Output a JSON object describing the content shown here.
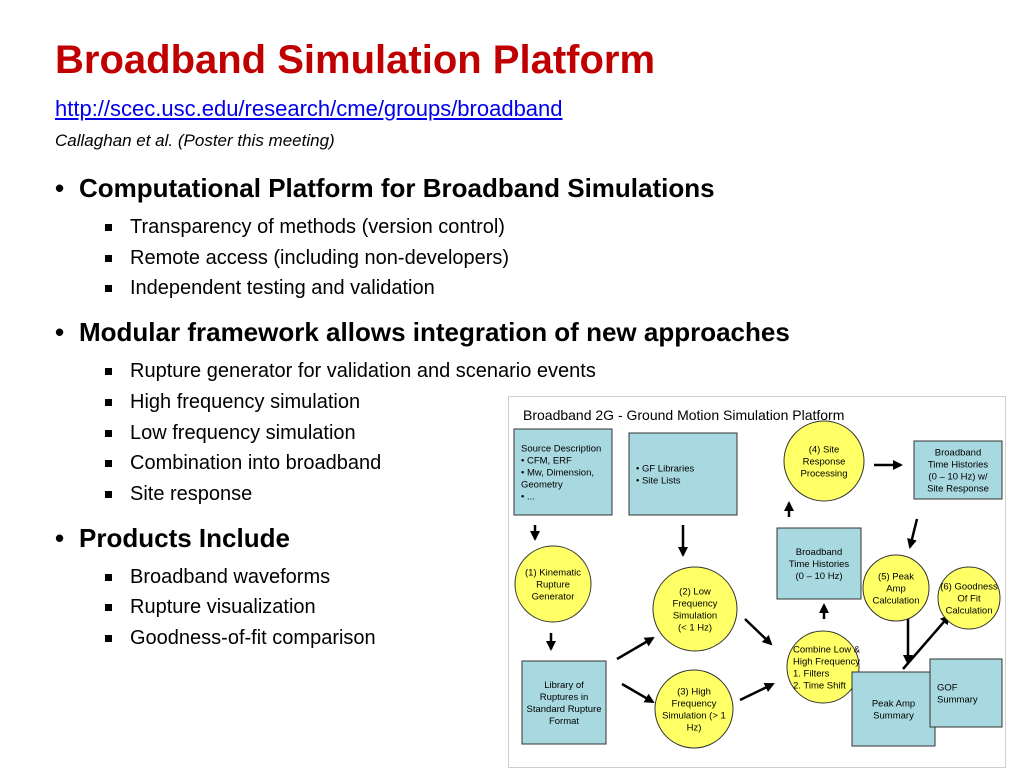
{
  "slide": {
    "title": "Broadband Simulation Platform",
    "url": "http://scec.usc.edu/research/cme/groups/broadband",
    "citation": "Callaghan et al. (Poster this meeting)"
  },
  "sections": [
    {
      "heading": "Computational Platform for Broadband Simulations",
      "items": [
        "Transparency of methods (version control)",
        "Remote access (including non-developers)",
        "Independent testing and validation"
      ]
    },
    {
      "heading": "Modular framework allows integration of new approaches",
      "items": [
        "Rupture generator for validation and scenario events",
        "High frequency simulation",
        "Low frequency simulation",
        "Combination into broadband",
        "Site response"
      ]
    },
    {
      "heading": "Products Include",
      "items": [
        "Broadband waveforms",
        "Rupture visualization",
        "Goodness-of-fit comparison"
      ]
    }
  ],
  "diagram": {
    "title": "Broadband 2G - Ground Motion Simulation Platform",
    "colors": {
      "box": "#a8d8e0",
      "circle": "#ffff66",
      "stroke": "#333333"
    },
    "nodes": {
      "source": [
        "Source Description",
        "• CFM, ERF",
        "• Mw, Dimension,",
        "Geometry",
        "• ..."
      ],
      "gf": [
        "• GF Libraries",
        "• Site Lists"
      ],
      "site": [
        "(4) Site",
        "Response",
        "Processing"
      ],
      "bb_site": [
        "Broadband",
        "Time Histories",
        "(0 – 10 Hz) w/",
        "Site Response"
      ],
      "kinematic": [
        "(1) Kinematic",
        "Rupture",
        "Generator"
      ],
      "bb_th": [
        "Broadband",
        "Time Histories",
        "(0 – 10 Hz)"
      ],
      "low": [
        "(2) Low",
        "Frequency",
        "Simulation",
        "(< 1 Hz)"
      ],
      "peak_calc": [
        "(5) Peak",
        "Amp",
        "Calculation"
      ],
      "gof_calc": [
        "(6) Goodness",
        "Of Fit",
        "Calculation"
      ],
      "combine": [
        "Combine Low &",
        "High Frequency",
        "1. Filters",
        "2. Time Shift"
      ],
      "library": [
        "Library of",
        "Ruptures in",
        "Standard Rupture",
        "Format"
      ],
      "high": [
        "(3) High",
        "Frequency",
        "Simulation (> 1",
        "Hz)"
      ],
      "peak_sum": [
        "Peak Amp",
        "Summary"
      ],
      "gof_sum": [
        "GOF",
        "Summary"
      ]
    }
  }
}
